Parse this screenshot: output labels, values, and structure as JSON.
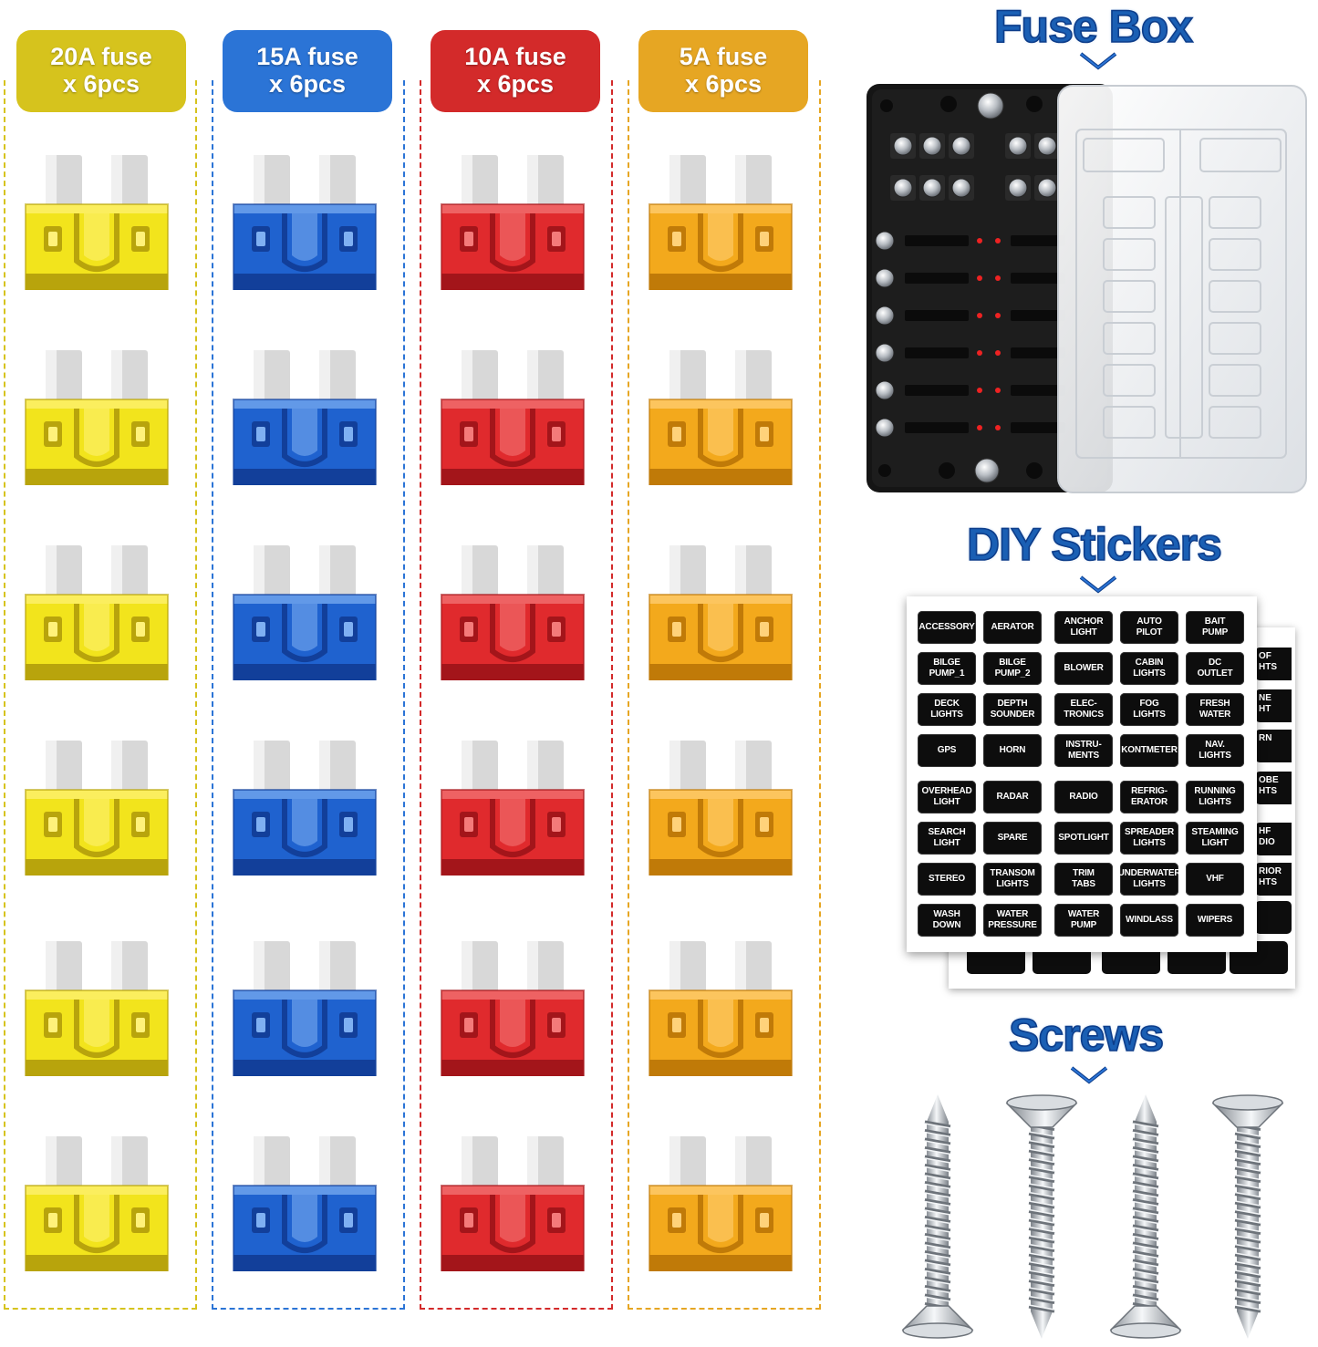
{
  "fuse_columns": [
    {
      "id": "20a",
      "line1": "20A fuse",
      "line2": "x 6pcs",
      "accent": "#d6c31d",
      "body": "#f2e41c",
      "dark": "#b8a40c",
      "light": "#fff27a"
    },
    {
      "id": "15a",
      "line1": "15A fuse",
      "line2": "x 6pcs",
      "accent": "#2b74d6",
      "body": "#1f62cf",
      "dark": "#123f9a",
      "light": "#7fb0f2"
    },
    {
      "id": "10a",
      "line1": "10A fuse",
      "line2": "x 6pcs",
      "accent": "#d32a2a",
      "body": "#e02a2d",
      "dark": "#a3151a",
      "light": "#f47a7a"
    },
    {
      "id": "5a",
      "line1": "5A fuse",
      "line2": "x 6pcs",
      "accent": "#e6a623",
      "body": "#f3a91c",
      "dark": "#c07a08",
      "light": "#ffd27a"
    }
  ],
  "fuses_per_column": 6,
  "fuse_box": {
    "title": "Fuse Box"
  },
  "stickers": {
    "title": "DIY Stickers",
    "rows": [
      [
        "ACCESSORY",
        "AERATOR",
        "ANCHOR\nLIGHT",
        "AUTO\nPILOT",
        "BAIT\nPUMP"
      ],
      [
        "BILGE\nPUMP_1",
        "BILGE\nPUMP_2",
        "BLOWER",
        "CABIN\nLIGHTS",
        "DC\nOUTLET"
      ],
      [
        "DECK\nLIGHTS",
        "DEPTH\nSOUNDER",
        "ELEC-\nTRONICS",
        "FOG\nLIGHTS",
        "FRESH\nWATER"
      ],
      [
        "GPS",
        "HORN",
        "INSTRU-\nMENTS",
        "KONTMETER",
        "NAV.\nLIGHTS"
      ],
      [
        "OVERHEAD\nLIGHT",
        "RADAR",
        "RADIO",
        "REFRIG-\nERATOR",
        "RUNNING\nLIGHTS"
      ],
      [
        "SEARCH\nLIGHT",
        "SPARE",
        "SPOTLIGHT",
        "SPREADER\nLIGHTS",
        "STEAMING\nLIGHT"
      ],
      [
        "STEREO",
        "TRANSOM\nLIGHTS",
        "TRIM\nTABS",
        "UNDERWATER\nLIGHTS",
        "VHF"
      ],
      [
        "WASH\nDOWN",
        "WATER\nPRESSURE",
        "WATER\nPUMP",
        "WINDLASS",
        "WIPERS"
      ]
    ],
    "back_fragments": [
      "OF\nHTS",
      "NE\nHT",
      "RN",
      "OBE\nHTS",
      "HF\nDIO",
      "RIOR\nHTS"
    ]
  },
  "screws": {
    "title": "Screws",
    "count": 4
  }
}
